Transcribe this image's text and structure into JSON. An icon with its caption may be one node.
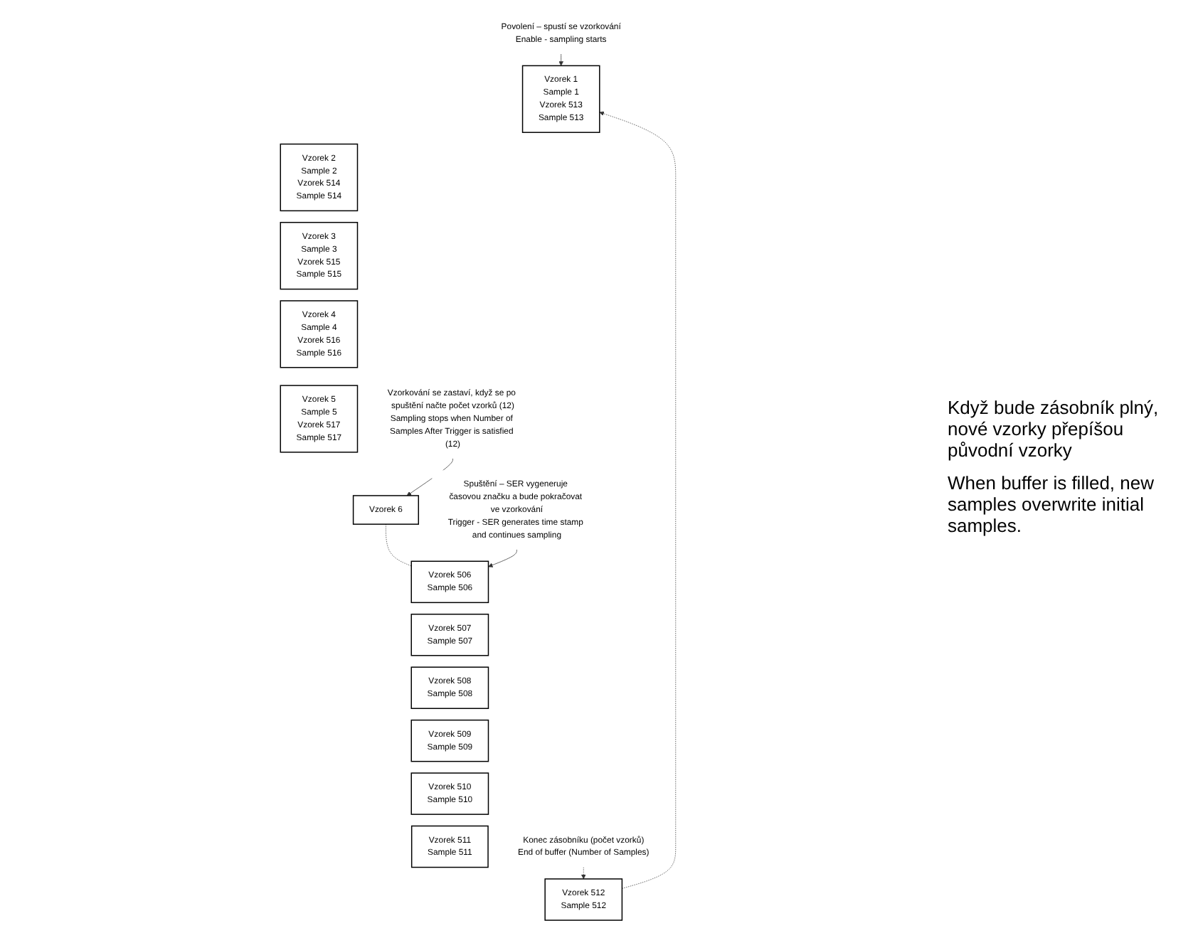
{
  "diagram": {
    "nodes": [
      {
        "text": [
          "Povolení – spustí se vzorkování",
          "Enable - sampling starts"
        ]
      },
      {
        "text": [
          "Vzorek 1",
          "Sample 1",
          "Vzorek 513",
          "Sample 513"
        ]
      },
      {
        "text": [
          "Vzorek 2",
          "Sample 2",
          "Vzorek 514",
          "Sample 514"
        ]
      },
      {
        "text": [
          "Vzorek 3",
          "Sample 3",
          "Vzorek 515",
          "Sample 515"
        ]
      },
      {
        "text": [
          "Vzorek 4",
          "Sample 4",
          "Vzorek 516",
          "Sample 516"
        ]
      },
      {
        "text": [
          "Vzorek 5",
          "Sample 5",
          "Vzorek 517",
          "Sample 517"
        ]
      },
      {
        "text": [
          "Vzorkování se zastaví, když se po spuštění načte počet vzorků (12)",
          "Sampling stops when Number of Samples After Trigger is satisfied (12)"
        ]
      },
      {
        "text": [
          "Vzorek 6"
        ]
      },
      {
        "text": [
          "Spuštění – SER vygeneruje časovou značku a bude pokračovat ve vzorkování",
          "Trigger - SER generates time stamp and continues sampling"
        ]
      },
      {
        "text": [
          "Vzorek 506",
          "Sample 506"
        ]
      },
      {
        "text": [
          "Vzorek 507",
          "Sample 507"
        ]
      },
      {
        "text": [
          "Vzorek 508",
          "Sample 508"
        ]
      },
      {
        "text": [
          "Vzorek 509",
          "Sample 509"
        ]
      },
      {
        "text": [
          "Vzorek 510",
          "Sample 510"
        ]
      },
      {
        "text": [
          "Vzorek 511",
          "Sample 511"
        ]
      },
      {
        "text": [
          "Vzorek 512",
          "Sample 512"
        ]
      },
      {
        "text": [
          "Konec zásobníku (počet vzorků)",
          "End of buffer (Number of Samples)"
        ]
      }
    ],
    "edges": [
      {
        "from": 0,
        "to": 1,
        "arrow": "to"
      },
      {
        "from": 6,
        "to": 7,
        "arrow": "to"
      },
      {
        "from": 15,
        "to": 1,
        "arrow": "to",
        "style": "dashed"
      },
      {
        "from": 7,
        "to": 9,
        "arrow": "none",
        "style": "dashed"
      },
      {
        "from": 8,
        "to": 9,
        "arrow": "to"
      },
      {
        "from": 16,
        "to": 15,
        "arrow": "to",
        "style": "dashed"
      }
    ],
    "labels": [
      "Když bude zásobník plný, nové vzorky přepíšou původní vzorky",
      "When buffer is filled, new samples overwrite initial samples."
    ]
  }
}
